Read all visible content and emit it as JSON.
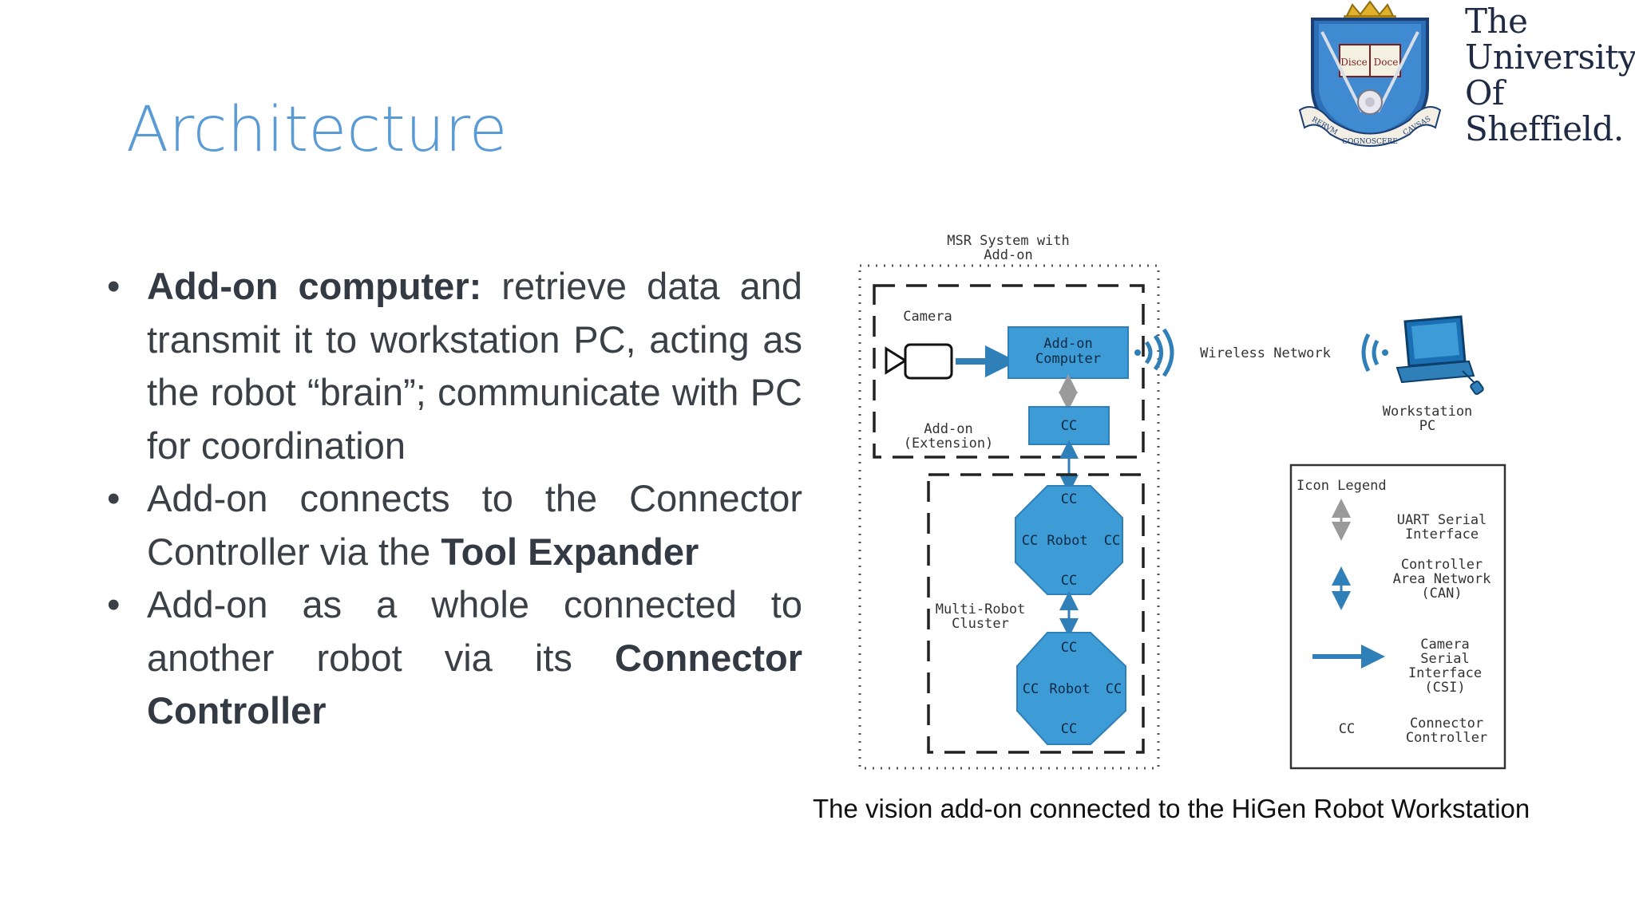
{
  "slide": {
    "title": "Architecture",
    "logo": {
      "lines": [
        "The",
        "University",
        "Of",
        "Sheffield."
      ],
      "crest_text": [
        "Disce",
        "Doce",
        "RERVM",
        "COGNOSCERE",
        "CAVSAS"
      ]
    },
    "bullets": [
      {
        "bold_lead": "Add-on computer:",
        "text_1": " retrieve data and transmit it to workstation PC, acting as the robot “brain”; communicate with PC for coordination"
      },
      {
        "text_1": "Add-on connects to the Connector Controller via the ",
        "bold_1": "Tool Expander"
      },
      {
        "text_1": "Add-on as a whole connected to another robot via its ",
        "bold_1": "Connector Controller"
      }
    ],
    "caption": "The vision add-on connected to the HiGen Robot Workstation"
  },
  "diagram": {
    "system_label": [
      "MSR System with",
      "Add-on"
    ],
    "camera_label": "Camera",
    "addon_computer": [
      "Add-on",
      "Computer"
    ],
    "cc": "CC",
    "addon_ext_label": [
      "Add-on",
      "(Extension)"
    ],
    "robot_label": "CC Robot CC",
    "robot_cc_left": "CC",
    "robot_word": "Robot",
    "robot_cc_right": "CC",
    "cluster_label": [
      "Multi-Robot",
      "Cluster"
    ],
    "wireless_label": "Wireless Network",
    "workstation_label": [
      "Workstation",
      "PC"
    ],
    "legend": {
      "title": "Icon Legend",
      "uart": [
        "UART Serial",
        "Interface"
      ],
      "can": [
        "Controller",
        "Area Network",
        "(CAN)"
      ],
      "csi": [
        "Camera",
        "Serial",
        "Interface",
        "(CSI)"
      ],
      "cc_symbol": "CC",
      "cc_desc": [
        "Connector",
        "Controller"
      ]
    },
    "colors": {
      "blue": "#3d9bd6",
      "dark_blue": "#2f7fb8",
      "title_blue": "#5b9bd5"
    }
  }
}
